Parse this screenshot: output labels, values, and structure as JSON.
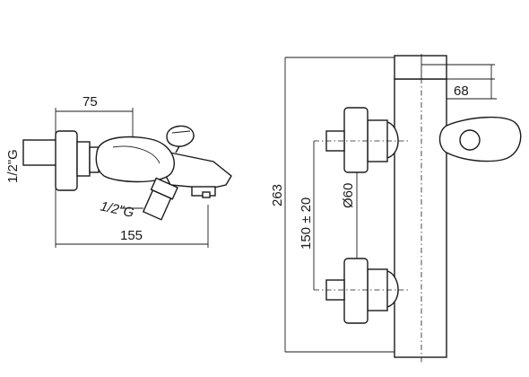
{
  "left_view": {
    "dim_top": "75",
    "dim_bottom": "155",
    "thread_left": "1/2\"G",
    "thread_spout": "1/2\"G"
  },
  "right_view": {
    "dim_depth": "68",
    "dim_height": "263",
    "dim_centers": "150 ± 20",
    "dim_diameter": "Ø60"
  }
}
